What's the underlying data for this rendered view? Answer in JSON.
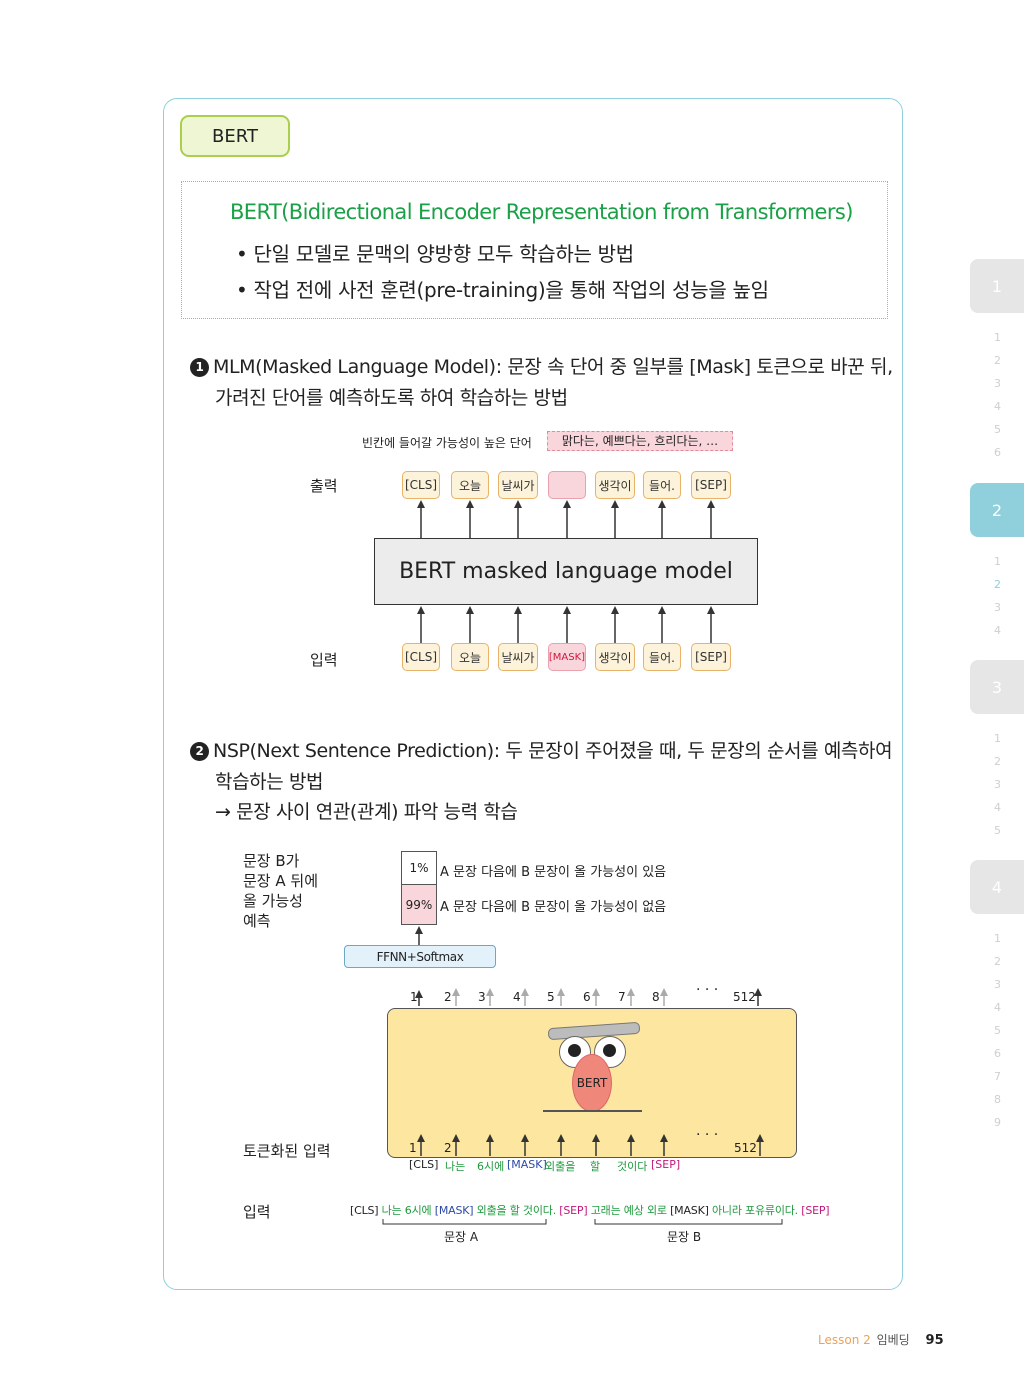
{
  "box_tag": "BERT",
  "definition": {
    "title": "BERT(Bidirectional Encoder Representation from Transformers)",
    "bullets": [
      "• 단일 모델로 문맥의 양방향 모두 학습하는 방법",
      "• 작업 전에 사전 훈련(pre-training)을 통해 작업의 성능을 높임"
    ]
  },
  "mlm": {
    "number": "1",
    "line1": "MLM(Masked Language Model): 문장 속 단어 중 일부를 [Mask] 토큰으로 바꾼 뒤,",
    "line2": "가려진 단어를 예측하도록 하여 학습하는 방법",
    "hint_label": "빈칸에 들어갈 가능성이 높은 단어",
    "hint_words": "맑다는, 예쁘다는, 흐리다는, …",
    "output_label": "출력",
    "input_label": "입력",
    "output_tokens": [
      "[CLS]",
      "오늘",
      "날씨가",
      "",
      "생각이",
      "들어.",
      "[SEP]"
    ],
    "input_tokens": [
      "[CLS]",
      "오늘",
      "날씨가",
      "[MASK]",
      "생각이",
      "들어.",
      "[SEP]"
    ],
    "model_label": "BERT masked language model"
  },
  "nsp": {
    "number": "2",
    "line1": "NSP(Next Sentence Prediction): 두 문장이 주어졌을 때, 두 문장의 순서를 예측하여",
    "line2": "학습하는 방법",
    "line3": "→ 문장 사이 연관(관계) 파악 능력 학습",
    "side_label": [
      "문장 B가",
      "문장 A 뒤에",
      "올 가능성",
      "예측"
    ],
    "prob_yes": "1%",
    "prob_yes_text": "A 문장 다음에 B 문장이 올 가능성이 있음",
    "prob_no": "99%",
    "prob_no_text": "A 문장 다음에 B 문장이 올 가능성이 없음",
    "ffnn": "FFNN+Softmax",
    "positions_top": [
      "1",
      "2",
      "3",
      "4",
      "5",
      "6",
      "7",
      "8",
      "512"
    ],
    "positions_bottom": [
      "1",
      "2",
      "512"
    ],
    "ellipsis": "· · ·",
    "bert_face_label": "BERT",
    "tokenized_label": "토큰화된 입력",
    "tokenized": [
      "[CLS]",
      "나는",
      "6시에",
      "[MASK]",
      "외출을",
      "할",
      "것이다",
      "[SEP]"
    ],
    "input_label": "입력",
    "input_segments": [
      "[CLS]",
      "나는 6시에",
      "[MASK]",
      "외출을 할 것이다.",
      "[SEP]",
      "고래는 예상 외로",
      "[MASK]",
      "아니라 포유류이다.",
      "[SEP]"
    ],
    "sentence_a": "문장 A",
    "sentence_b": "문장 B"
  },
  "side_tabs": [
    "1",
    "2",
    "3",
    "4"
  ],
  "side_sub": {
    "t1": [
      "1",
      "2",
      "3",
      "4",
      "5",
      "6"
    ],
    "t2": [
      "1",
      "2",
      "3",
      "4"
    ],
    "t3": [
      "1",
      "2",
      "3",
      "4",
      "5"
    ],
    "t4": [
      "1",
      "2",
      "3",
      "4",
      "5",
      "6",
      "7",
      "8",
      "9"
    ]
  },
  "footer": {
    "lesson": "Lesson 2",
    "topic": "임베딩",
    "page": "95"
  },
  "colors": {
    "frame": "#8fd0dc",
    "title_green": "#1aa046",
    "mask_red": "#d3153d",
    "lesson_orange": "#e9a35c"
  }
}
